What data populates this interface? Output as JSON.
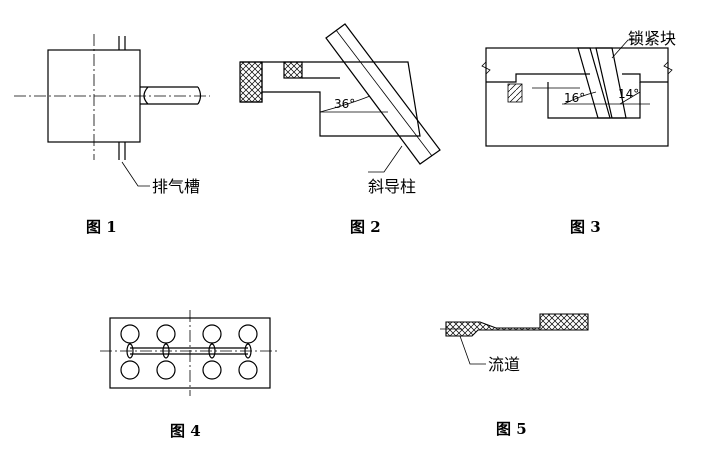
{
  "figure1": {
    "caption": "图 1",
    "label": "排气槽"
  },
  "figure2": {
    "caption": "图 2",
    "label": "斜导柱",
    "angle": "36°"
  },
  "figure3": {
    "caption": "图 3",
    "label": "锁紧块",
    "angle_left": "16°",
    "angle_right": "14°"
  },
  "figure4": {
    "caption": "图 4"
  },
  "figure5": {
    "caption": "图 5",
    "label": "流道"
  }
}
